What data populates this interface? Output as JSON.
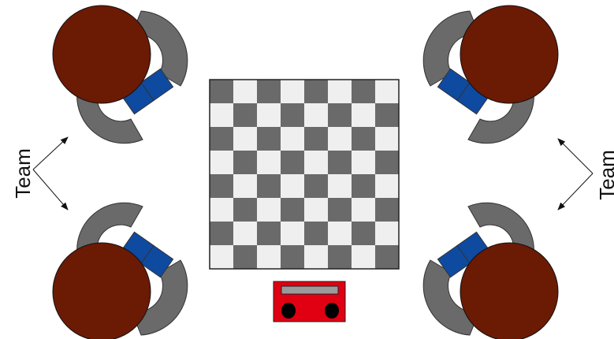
{
  "labels": {
    "left_team": "Team",
    "right_team": "Team"
  },
  "board": {
    "rows": 8,
    "cols": 8
  },
  "colors": {
    "player_head": "#6b1a04",
    "arm": "#6a6a6a",
    "hands": "#0e4aa0",
    "board_dark": "#6a6a6a",
    "board_light": "#efefef",
    "clock_body": "#e00012",
    "clock_display": "#9a9a9a",
    "clock_button": "#000000",
    "arrow": "#111111"
  }
}
